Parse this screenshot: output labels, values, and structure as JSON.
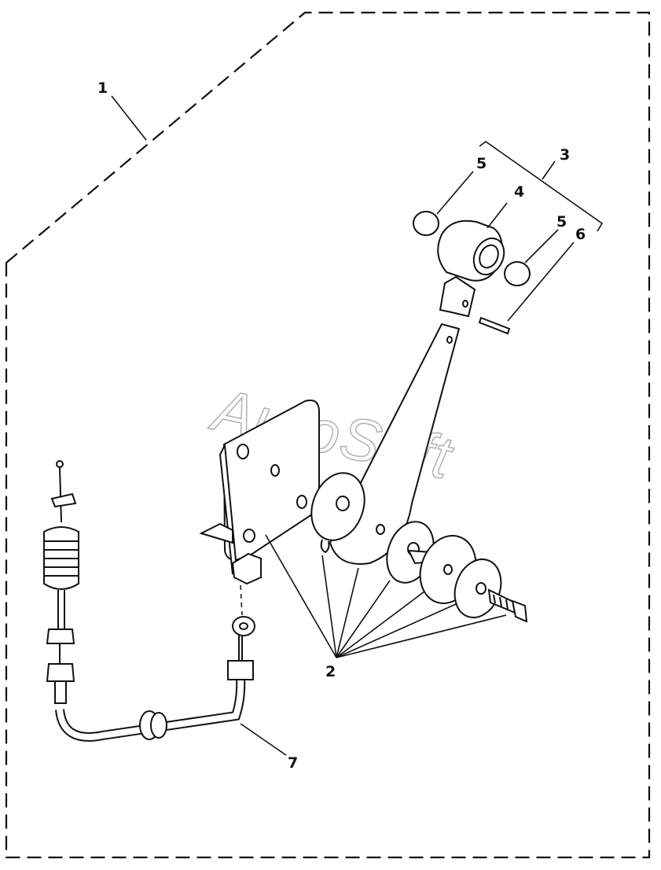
{
  "callouts": {
    "c1": "1",
    "c2": "2",
    "c3": "3",
    "c4": "4",
    "c5a": "5",
    "c5b": "5",
    "c6": "6",
    "c7": "7"
  },
  "watermark": "AutoSoft"
}
